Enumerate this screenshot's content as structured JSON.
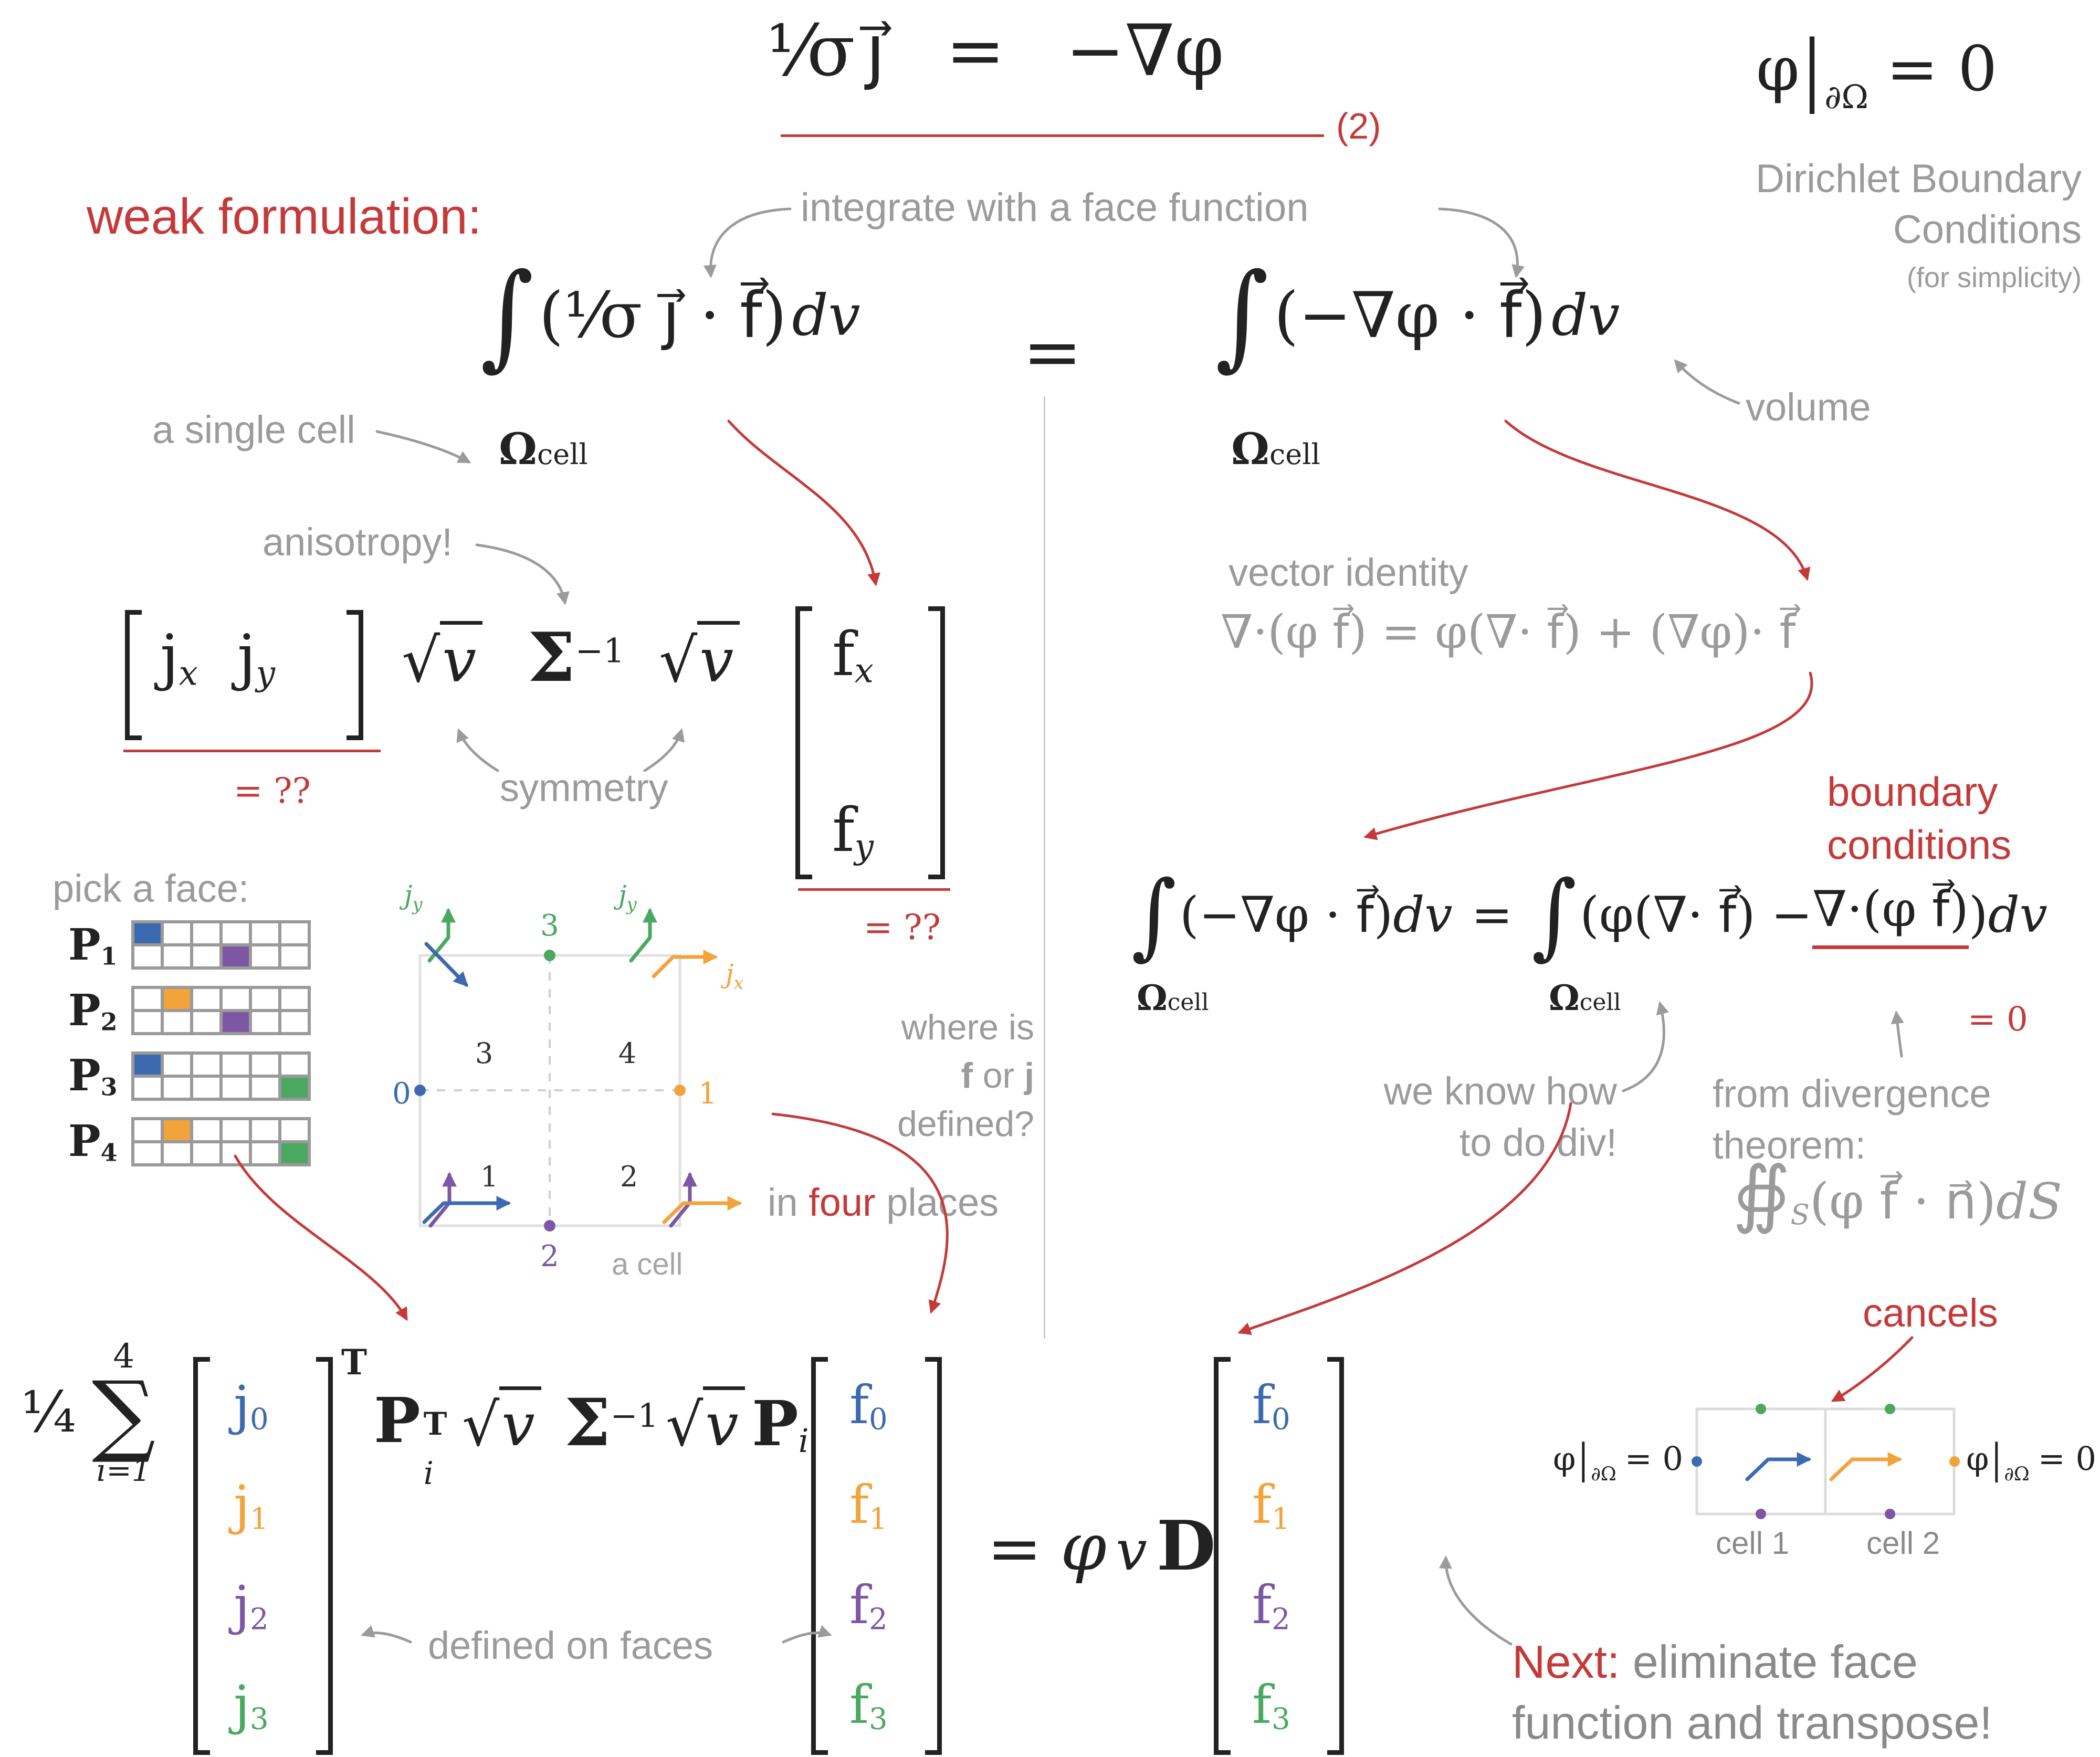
{
  "colors": {
    "red": "#c43a3a",
    "gray": "#9b9b9b",
    "dark": "#222222",
    "blue": "#3c6ab0",
    "orange": "#f2a33c",
    "purple": "#7e57a4",
    "green": "#4aa860",
    "line": "#cccccc"
  },
  "eq2": {
    "frac": "¹⁄σ",
    "j": "j⃗",
    "equals": "=",
    "rhs": "−∇φ",
    "number": "(2)"
  },
  "dirichlet": {
    "phi": "φ",
    "bar": "|",
    "sub": "∂Ω",
    "eq_zero": "= 0",
    "line1": "Dirichlet Boundary",
    "line2": "Conditions",
    "line3": "(for simplicity)"
  },
  "weak": {
    "label": "weak formulation:"
  },
  "integrate_label": "integrate with a face function",
  "equals": "=",
  "int_left": {
    "int": "∫",
    "body": "(¹⁄σ j⃗ · f⃗)",
    "dv": "dv",
    "omega": "Ω",
    "cell": "cell"
  },
  "int_right": {
    "int": "∫",
    "body": "(−∇φ · f⃗)",
    "dv": "dv",
    "omega": "Ω",
    "cell": "cell"
  },
  "labels": {
    "single_cell": "a single cell",
    "volume": "volume",
    "anisotropy": "anisotropy!",
    "symmetry": "symmetry",
    "vector_identity": "vector identity",
    "pick_a_face": "pick a face:",
    "a_cell": "a cell",
    "where_is": "where is",
    "f": "f",
    "or": " or ",
    "j": "j",
    "defined": " defined?",
    "in": "in ",
    "four": "four",
    "places": " places",
    "boundary1": "boundary",
    "boundary2": "conditions",
    "we_know1": "we know how",
    "we_know2": "to do div!",
    "from_div1": "from divergence",
    "from_div2": "theorem:",
    "cancels": "cancels",
    "defined_on_faces": "defined on faces",
    "next": "Next:",
    "next1": " eliminate face",
    "next2": "function  and transpose!",
    "eq_qq": "= ??"
  },
  "identity": {
    "eq": "∇·(φ f⃗) = φ(∇· f⃗) + (∇φ)· f⃗"
  },
  "matrix_row": {
    "j_base": "j",
    "jx_sub": "x",
    "jy_sub": "y",
    "sqrt": "√",
    "v": "v",
    "sigma": "Σ",
    "inv": "−1",
    "f_base": "f",
    "fx_sub": "x",
    "fy_sub": "y"
  },
  "bc_eq": {
    "int": "∫",
    "lhs": "(−∇φ · f⃗)",
    "dv": "dv",
    "equals": "=",
    "rhs_a": "(φ(∇· f⃗) − ",
    "rhs_b": "∇·(φ f⃗)",
    "rhs_c": ")",
    "omega": "Ω",
    "cell": "cell",
    "eq_zero": "= 0"
  },
  "div_thm": {
    "oint": "∯",
    "sub": "S",
    "body": "(φ f⃗ · n⃗)",
    "ds": "dS"
  },
  "pick_face": {
    "rows": [
      {
        "p": "P",
        "sub": "1",
        "cells": [
          {
            "r": 0,
            "c": 0,
            "color": "blue"
          },
          {
            "r": 1,
            "c": 3,
            "color": "purple"
          }
        ]
      },
      {
        "p": "P",
        "sub": "2",
        "cells": [
          {
            "r": 0,
            "c": 1,
            "color": "orange"
          },
          {
            "r": 1,
            "c": 3,
            "color": "purple"
          }
        ]
      },
      {
        "p": "P",
        "sub": "3",
        "cells": [
          {
            "r": 0,
            "c": 0,
            "color": "blue"
          },
          {
            "r": 1,
            "c": 5,
            "color": "green"
          }
        ]
      },
      {
        "p": "P",
        "sub": "4",
        "cells": [
          {
            "r": 0,
            "c": 1,
            "color": "orange"
          },
          {
            "r": 1,
            "c": 5,
            "color": "green"
          }
        ]
      }
    ]
  },
  "cell_diagram": {
    "nodes": {
      "n0": "0",
      "n1": "1",
      "n2": "2",
      "n3": "3"
    },
    "quadrants": {
      "ul": "3",
      "ur": "4",
      "ll": "1",
      "lr": "2"
    },
    "jy": "j",
    "jy_sub": "y",
    "jx": "j",
    "jx_sub": "x"
  },
  "bottom_eq": {
    "quarter": "¼",
    "sum": "∑",
    "sum_top": "4",
    "sum_bottom": "i=1",
    "j_entries": [
      {
        "t": "j",
        "s": "0"
      },
      {
        "t": "j",
        "s": "1"
      },
      {
        "t": "j",
        "s": "2"
      },
      {
        "t": "j",
        "s": "3"
      }
    ],
    "f_entries": [
      {
        "t": "f",
        "s": "0"
      },
      {
        "t": "f",
        "s": "1"
      },
      {
        "t": "f",
        "s": "2"
      },
      {
        "t": "f",
        "s": "3"
      }
    ],
    "transpose": "T",
    "P": "P",
    "P_sub": "i",
    "P_sup": "T",
    "sqrt": "√",
    "v": "v",
    "sigma": "Σ",
    "inv": "−1",
    "equals": "=",
    "phi": "φ",
    "vol": "v",
    "D": "D"
  },
  "two_cell": {
    "phi": "φ",
    "bar": "|",
    "sub": "∂Ω",
    "eq_zero": "= 0",
    "cell1": "cell 1",
    "cell2": "cell 2"
  }
}
